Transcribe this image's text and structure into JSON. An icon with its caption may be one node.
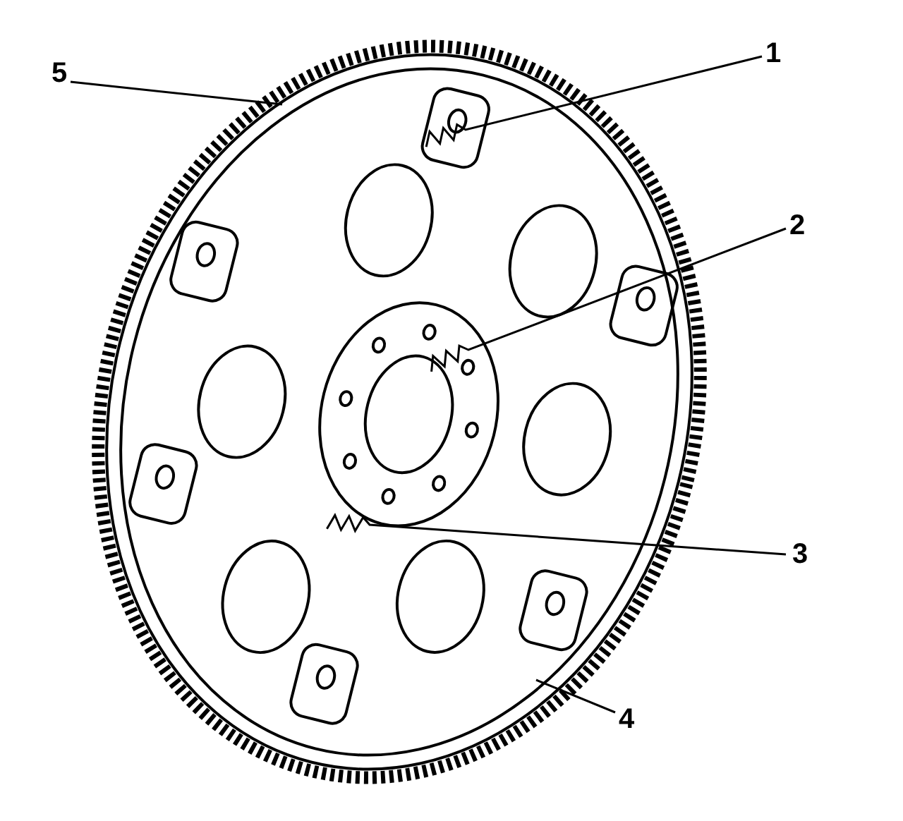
{
  "diagram": {
    "nodes": [
      {
        "text": [
          "1"
        ]
      },
      {
        "text": [
          "2"
        ]
      },
      {
        "text": [
          "3"
        ]
      },
      {
        "text": [
          "4"
        ]
      },
      {
        "text": [
          "5"
        ]
      }
    ],
    "edges": [
      {
        "from": 0,
        "to": null,
        "arrow": "none"
      },
      {
        "from": 1,
        "to": null,
        "arrow": "none"
      },
      {
        "from": 2,
        "to": null,
        "arrow": "none"
      },
      {
        "from": 3,
        "to": null,
        "arrow": "none"
      },
      {
        "from": 4,
        "to": null,
        "arrow": "none"
      }
    ]
  }
}
